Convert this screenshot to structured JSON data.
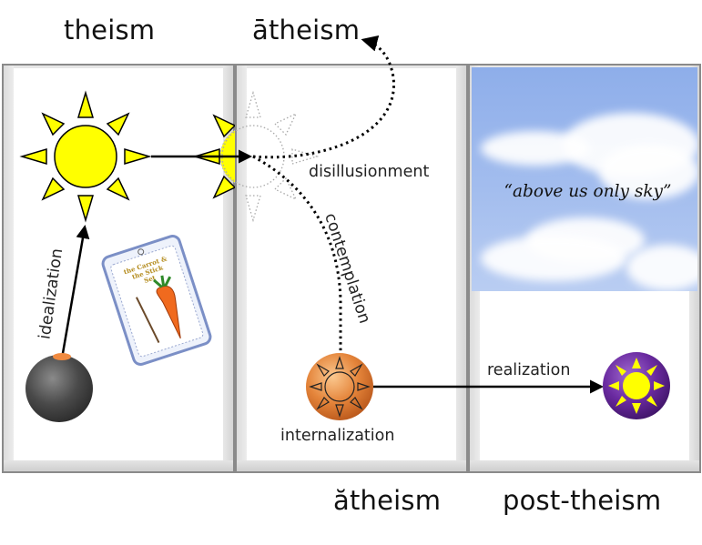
{
  "headings": {
    "theism": "theism",
    "atheism_macron": "ātheism",
    "atheism_breve": "ătheism",
    "post_theism": "post-theism"
  },
  "panels": [
    {
      "id": "theism",
      "background": "#ffffff"
    },
    {
      "id": "atheism",
      "background": "#ffffff"
    },
    {
      "id": "post-theism",
      "background": "sky",
      "quote": "“above us only sky”"
    }
  ],
  "labels": {
    "idealization": "idealization",
    "disillusionment": "disillusionment",
    "contemplation": "contemplation",
    "internalization": "internalization",
    "realization": "realization"
  },
  "carrot_stick_card": {
    "text_line1": "the Carrot &",
    "text_line2": "the Stick",
    "text_line3": "Set"
  },
  "icons": {
    "sun": "sun-icon",
    "ghost_sun": "dotted-sun-icon",
    "ball": "dark-sphere-icon",
    "internal_sun": "orange-sun-orb-icon",
    "realized_sun": "purple-sun-orb-icon"
  },
  "colors": {
    "sun_yellow": "#ffff00",
    "orange_orb": "#e07a2e",
    "purple_orb": "#6a2aa0",
    "dark_ball": "#4a4a4a",
    "sky": "#98b4ec",
    "panel_border": "#8a8a8a"
  }
}
